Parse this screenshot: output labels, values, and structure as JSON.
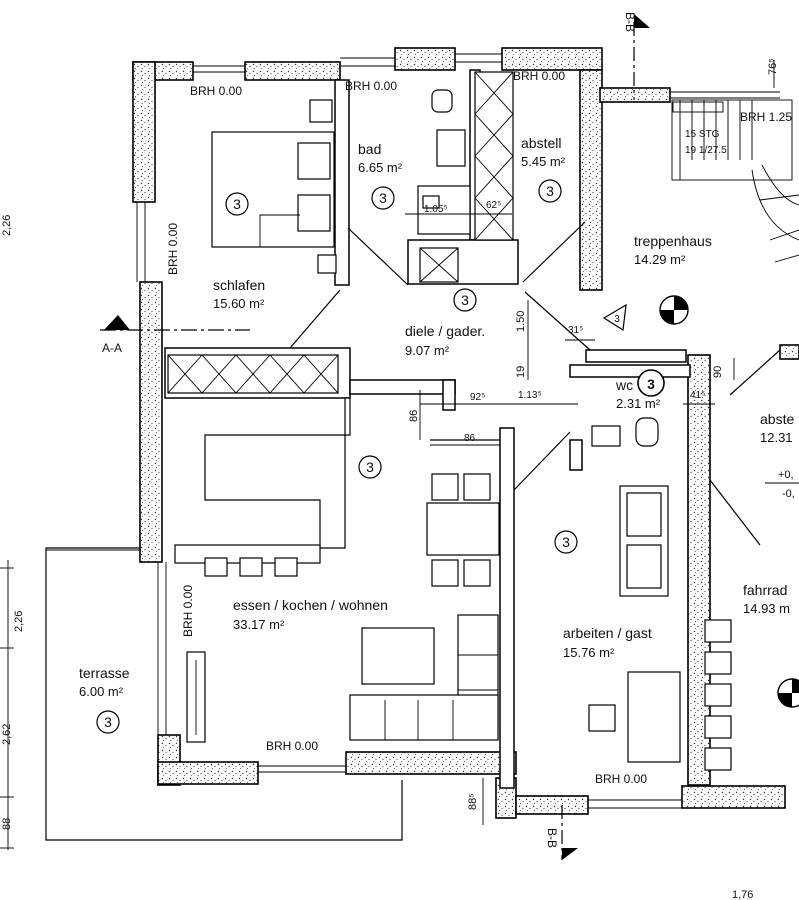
{
  "section_markers": {
    "top": "B-B",
    "bottom": "B-B",
    "left": "A-A"
  },
  "rooms": {
    "schlafen": {
      "name": "schlafen",
      "area": "15.60 m²"
    },
    "bad": {
      "name": "bad",
      "area": "6.65 m²"
    },
    "abstell": {
      "name": "abstell",
      "area": "5.45 m²"
    },
    "treppenhaus": {
      "name": "treppenhaus",
      "area": "14.29 m²"
    },
    "diele": {
      "name": "diele / gader.",
      "area": "9.07 m²"
    },
    "wc": {
      "name": "wc",
      "area": "2.31 m²"
    },
    "essen": {
      "name": "essen / kochen / wohnen",
      "area": "33.17 m²"
    },
    "arbeiten": {
      "name": "arbeiten / gast",
      "area": "15.76 m²"
    },
    "terrasse": {
      "name": "terrasse",
      "area": "6.00 m²"
    },
    "abstell2": {
      "name": "abste",
      "area": "12.31"
    },
    "fahrrad": {
      "name": "fahrrad",
      "area": "14.93 m"
    }
  },
  "badge": "3",
  "brh": {
    "label": "BRH 0.00",
    "stair_label": "BRH 1.25"
  },
  "stairs": {
    "steps": "15 STG",
    "ratio": "19 1/27.5"
  },
  "dimensions": {
    "d76": "76⁵",
    "d105": "1.05⁵",
    "d62": "62⁵",
    "d150": "1.50",
    "d19": "19",
    "d31": "31⁵",
    "d92": "92⁵",
    "d113": "1.13⁵",
    "d86a": "86",
    "d86b": "86",
    "d41": "41⁵",
    "d90": "90",
    "d88": "88⁵",
    "left_226a": "2,26",
    "left_226b": "2,26",
    "left_262": "2,62",
    "left_88": "88",
    "level_plus": "+0,",
    "level_minus": "-0,",
    "bottom_right": "1,76"
  }
}
